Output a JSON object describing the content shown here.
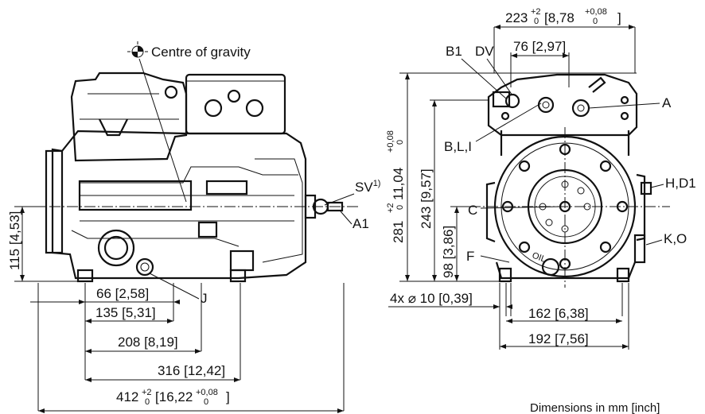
{
  "note": "Dimensions in mm [inch]",
  "centre_of_gravity": "Centre of gravity",
  "front_view": {
    "height_115": {
      "mm": "115",
      "inch": "4,53"
    },
    "dims": [
      {
        "mm": "66",
        "inch": "2,58"
      },
      {
        "mm": "135",
        "inch": "5,31"
      },
      {
        "mm": "208",
        "inch": "8,19"
      },
      {
        "mm": "316",
        "inch": "12,42"
      }
    ],
    "overall": {
      "mm": "412",
      "tol_mm_up": "+2",
      "tol_mm_lo": "0",
      "inch": "16,22",
      "tol_in_up": "+0,08",
      "tol_in_lo": "0"
    },
    "labels": {
      "sv": "SV",
      "sv_sup": "1)",
      "a1": "A1",
      "j": "J"
    }
  },
  "side_view": {
    "top_width": {
      "mm": "223",
      "tol_mm_up": "+2",
      "tol_mm_lo": "0",
      "inch": "8,78",
      "tol_in_up": "+0,08",
      "tol_in_lo": "0"
    },
    "top_76": {
      "mm": "76",
      "inch": "2,97"
    },
    "height_281": {
      "mm": "281",
      "tol_up": "+2",
      "tol_lo": "0",
      "inch": "11,04",
      "tol_in_up": "+0,08",
      "tol_in_lo": "0"
    },
    "height_243": {
      "mm": "243",
      "inch": "9,57"
    },
    "height_98": {
      "mm": "98",
      "inch": "3,86"
    },
    "holes": "4x",
    "holes_dim": {
      "mm": "10",
      "inch": "0,39"
    },
    "dims": [
      {
        "mm": "162",
        "inch": "6,38"
      },
      {
        "mm": "192",
        "inch": "7,56"
      }
    ],
    "labels": {
      "b1": "B1",
      "dv": "DV",
      "a": "A",
      "bli": "B,L,I",
      "c": "C",
      "hd1": "H,D1",
      "ko": "K,O",
      "f": "F",
      "oil": "OIL"
    }
  }
}
